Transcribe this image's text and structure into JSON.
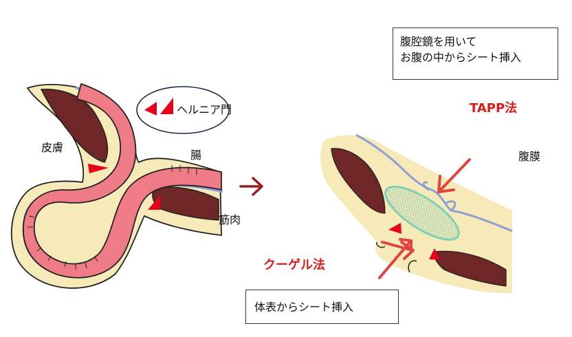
{
  "labels": {
    "hernia_gate": "ヘルニア門",
    "skin": "皮膚",
    "intestine": "腸",
    "muscle": "筋肉",
    "peritoneum": "腹膜"
  },
  "titles": {
    "tapp": "TAPP法",
    "kugel": "クーゲル法"
  },
  "notes": {
    "laparoscope_line1": "腹腔鏡を用いて",
    "laparoscope_line2": "お腹の中からシート挿入",
    "body_surface": "体表からシート挿入"
  },
  "colors": {
    "fat": "#f6eab8",
    "muscle": "#6e2626",
    "intestine": "#ee7b85",
    "peritoneum": "#8e9fd6",
    "mesh": "#b8ddcf",
    "mesh_border": "#7fcfb7",
    "arrow": "#e0443f",
    "pointer": "#e8001c",
    "arrow_dark": "#9b1c1c"
  }
}
